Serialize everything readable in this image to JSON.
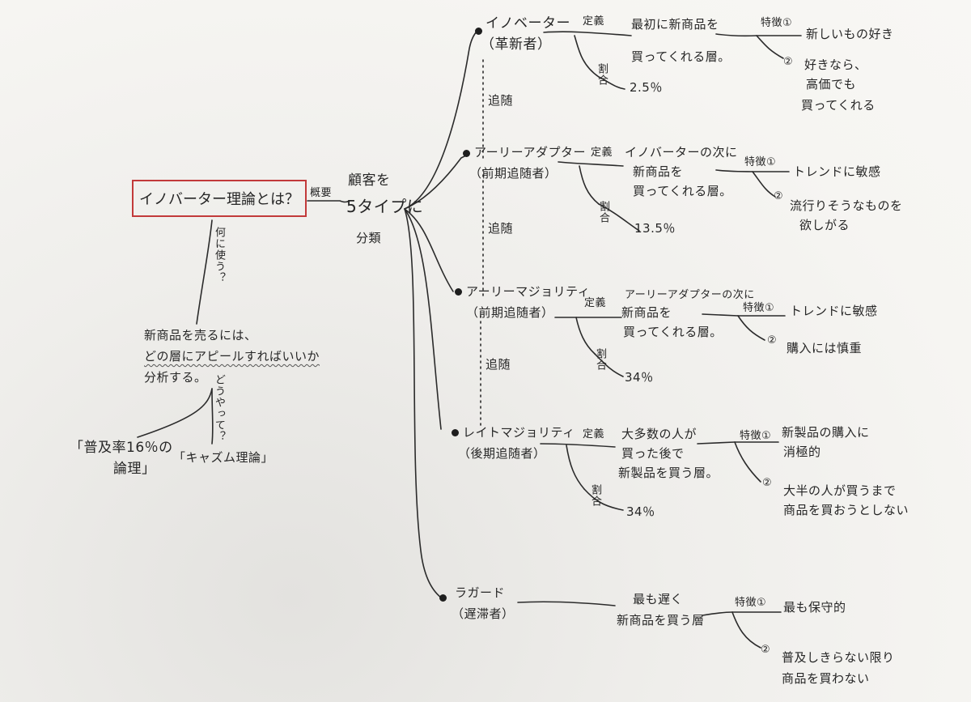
{
  "root": {
    "title": "イノバーター理論とは？"
  },
  "left": {
    "question": "何に使う？",
    "answer_line1": "新商品を売るには、",
    "answer_line2": "どの層にアピールすればいいか",
    "answer_line3": "分析する。",
    "how": "どうやって？",
    "method1_line1": "「普及率16％の",
    "method1_line2": "論理」",
    "method2": "「キャズム理論」"
  },
  "overview": {
    "label": "概要",
    "line1": "顧客を",
    "line2": "5タイプに",
    "line3": "分類"
  },
  "follow_label": "追随",
  "branches": {
    "innovator": {
      "name": "イノベーター",
      "sub": "（革新者）",
      "def_label": "定義",
      "def_line1": "最初に新商品を",
      "def_line2": "買ってくれる層。",
      "ratio_label": "割合",
      "ratio": "2.5％",
      "feat_label": "特徴①",
      "feat1": "新しいもの好き",
      "feat2_num": "②",
      "feat2_line1": "好きなら、",
      "feat2_line2": "高価でも",
      "feat2_line3": "買ってくれる"
    },
    "early_adopter": {
      "name": "アーリーアダプター",
      "sub": "（前期追随者）",
      "def_label": "定義",
      "def_line1": "イノバーターの次に",
      "def_line2": "新商品を",
      "def_line3": "買ってくれる層。",
      "ratio_label": "割合",
      "ratio": "13.5％",
      "feat_label": "特徴①",
      "feat1": "トレンドに敏感",
      "feat2_num": "②",
      "feat2_line1": "流行りそうなものを",
      "feat2_line2": "欲しがる"
    },
    "early_majority": {
      "name": "アーリーマジョリティ",
      "sub": "（前期追随者）",
      "def_label": "定義",
      "def_line1": "アーリーアダプターの次に",
      "def_line2": "新商品を",
      "def_line3": "買ってくれる層。",
      "ratio_label": "割合",
      "ratio": "34％",
      "feat_label": "特徴①",
      "feat1": "トレンドに敏感",
      "feat2_num": "②",
      "feat2_line1": "購入には慎重"
    },
    "late_majority": {
      "name": "レイトマジョリティ",
      "sub": "（後期追随者）",
      "def_label": "定義",
      "def_line1": "大多数の人が",
      "def_line2": "買った後で",
      "def_line3": "新製品を買う層。",
      "ratio_label": "割合",
      "ratio": "34％",
      "feat_label": "特徴①",
      "feat1_line1": "新製品の購入に",
      "feat1_line2": "消極的",
      "feat2_num": "②",
      "feat2_line1": "大半の人が買うまで",
      "feat2_line2": "商品を買おうとしない"
    },
    "laggard": {
      "name": "ラガード",
      "sub": "（遅滞者）",
      "def_line1": "最も遅く",
      "def_line2": "新商品を買う層",
      "feat_label": "特徴①",
      "feat1": "最も保守的",
      "feat2_num": "②",
      "feat2_line1": "普及しきらない限り",
      "feat2_line2": "商品を買わない"
    }
  }
}
